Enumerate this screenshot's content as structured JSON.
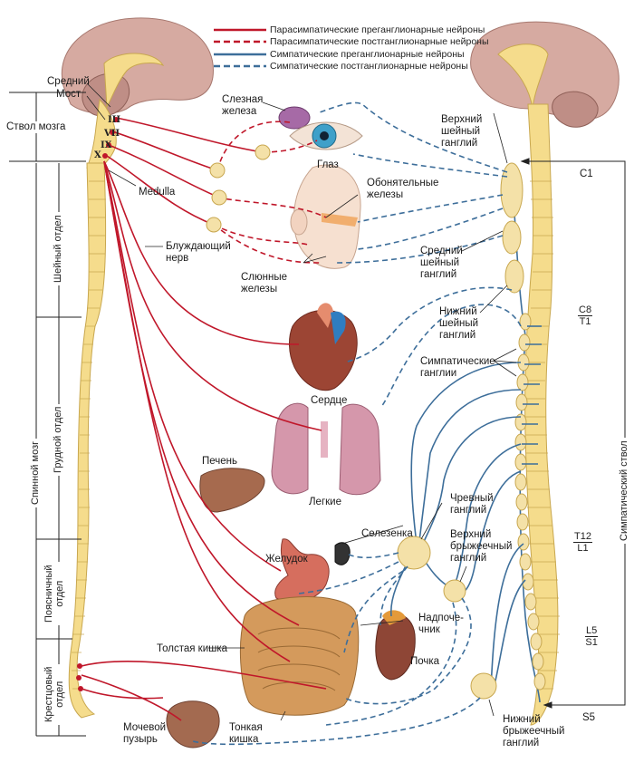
{
  "legend": [
    {
      "label": "Парасимпатические преганглионарные нейроны",
      "color": "#c0172a",
      "style": "solid"
    },
    {
      "label": "Парасимпатические постганглионарные нейроны",
      "color": "#c0172a",
      "style": "dashed"
    },
    {
      "label": "Симпатические преганглионарные нейроны",
      "color": "#3d6e9a",
      "style": "solid"
    },
    {
      "label": "Симпатические постганглионарные нейроны",
      "color": "#3d6e9a",
      "style": "dashed"
    }
  ],
  "left_brainstem": {
    "midbrain": "Средний",
    "pons": "Мост",
    "brainstem": "Ствол мозга",
    "cranial_nerves": [
      "III",
      "VII",
      "IX",
      "X"
    ],
    "medulla": "Medulla",
    "vagus": "Блуждающий\nнерв"
  },
  "spinal_regions": {
    "spinal_cord": "Спинной мозг",
    "cervical": "Шейный отдел",
    "thoracic": "Грудной отдел",
    "lumbar": "Поясничный\nотдел",
    "sacral": "Крестцовый\nотдел"
  },
  "organs": {
    "lacrimal": "Слезная\nжелеза",
    "eye": "Глаз",
    "olfactory": "Обонятельные\nжелезы",
    "salivary": "Слюнные\nжелезы",
    "heart": "Сердце",
    "lungs": "Легкие",
    "liver": "Печень",
    "spleen": "Селезенка",
    "stomach": "Желудок",
    "adrenal": "Надпоче-\nчник",
    "kidney": "Почка",
    "large_intestine": "Толстая кишка",
    "small_intestine": "Тонкая\nкишка",
    "bladder": "Мочевой\nпузырь"
  },
  "ganglia": {
    "superior_cervical": "Верхний\nшейный\nганглий",
    "middle_cervical": "Средний\nшейный\nганглий",
    "inferior_cervical": "Нижний\nшейный\nганглий",
    "sympathetic": "Симпатические\nганглии",
    "celiac": "Чревный\nганглий",
    "superior_mesenteric": "Верхний\nбрыжеечный\nганглий",
    "inferior_mesenteric": "Нижний\nбрыжеечный\nганглий"
  },
  "sympathetic_trunk": "Симпатический ствол",
  "levels": {
    "c1": "C1",
    "c8": "C8",
    "t1": "T1",
    "t12": "T12",
    "l1": "L1",
    "l5": "L5",
    "s1": "S1",
    "s5": "S5"
  },
  "colors": {
    "parasympathetic": "#c0172a",
    "sympathetic": "#3d6e9a",
    "spinal_cord": "#f5dc8c",
    "brain": "#c9a19a"
  }
}
